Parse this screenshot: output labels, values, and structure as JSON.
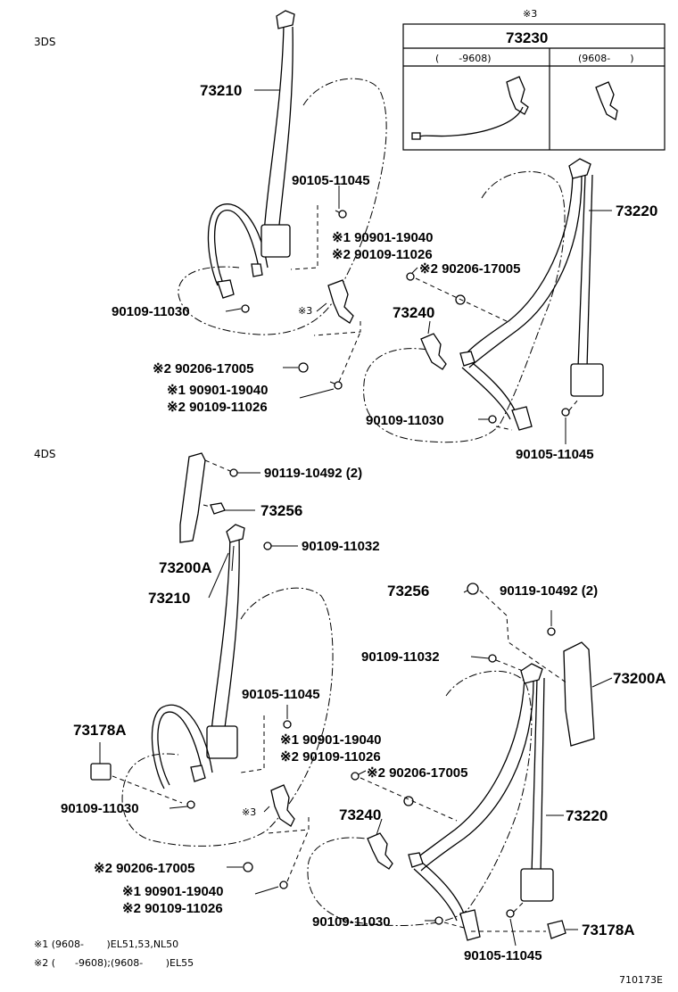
{
  "sections": {
    "top": "3DS",
    "bottom": "4DS"
  },
  "inset": {
    "mark": "※3",
    "part": "73230",
    "col_left": "(　　-9608)",
    "col_right": "(9608-　　)"
  },
  "labels_3ds": {
    "p73210": "73210",
    "p90105_a": "90105-11045",
    "n1_a": "※1 90901-19040",
    "n2_a": "※2 90109-11026",
    "p90109_11030_a": "90109-11030",
    "mark3_a": "※3",
    "n2_90206_a": "※2 90206-17005",
    "n1_b": "※1 90901-19040",
    "n2_b": "※2 90109-11026",
    "p73220": "73220",
    "n2_90206_b": "※2 90206-17005",
    "p73240": "73240",
    "p90109_11030_b": "90109-11030",
    "p90105_b": "90105-11045"
  },
  "labels_4ds": {
    "p90119_a": "90119-10492 (2)",
    "p73256_a": "73256",
    "p90109_11032_a": "90109-11032",
    "p73200a_a": "73200A",
    "p73210": "73210",
    "p73256_b": "73256",
    "p90119_b": "90119-10492 (2)",
    "p90109_11032_b": "90109-11032",
    "p73200a_b": "73200A",
    "p90105_a": "90105-11045",
    "p73178a_a": "73178A",
    "n1_a": "※1 90901-19040",
    "n2_a": "※2 90109-11026",
    "n2_90206_a": "※2 90206-17005",
    "p90109_11030_a": "90109-11030",
    "mark3": "※3",
    "p73240": "73240",
    "p73220": "73220",
    "n2_90206_b": "※2 90206-17005",
    "n1_b": "※1 90901-19040",
    "n2_b": "※2 90109-11026",
    "p90109_11030_b": "90109-11030",
    "p73178a_b": "73178A",
    "p90105_b": "90105-11045"
  },
  "notes": {
    "note1": "※1 (9608-　　 )EL51,53,NL50",
    "note2": "※2 (　　-9608);(9608-　　 )EL55"
  },
  "ref": "710173E"
}
